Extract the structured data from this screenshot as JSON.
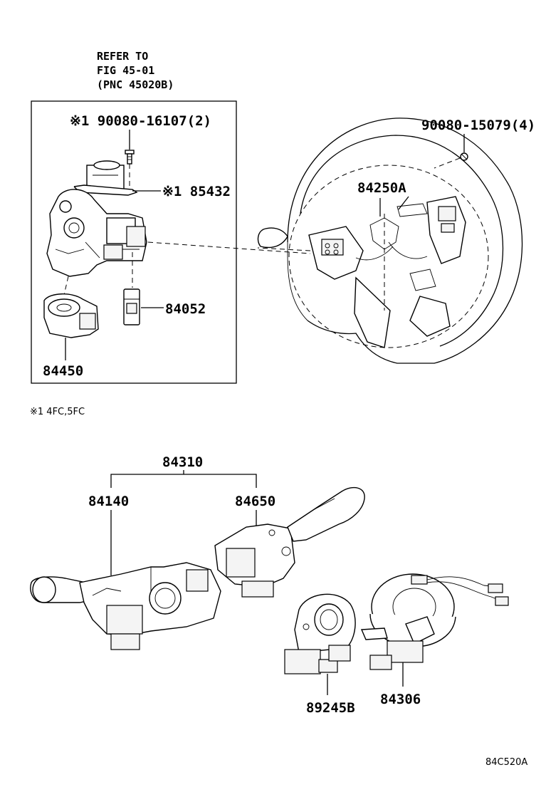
{
  "refer": {
    "line1": "REFER TO",
    "line2": "FIG 45-01",
    "line3": "(PNC 45020B)"
  },
  "labels": {
    "bolt_top": "※1 90080-16107(2)",
    "screw_right": "90080-15079(4)",
    "p85432": "※1 85432",
    "p84250a": "84250A",
    "p84052": "84052",
    "p84450": "84450",
    "p84310": "84310",
    "p84140": "84140",
    "p84650": "84650",
    "p89245b": "89245B",
    "p84306": "84306"
  },
  "footnote": "※1  4FC,5FC",
  "diagram_code": "84C520A"
}
